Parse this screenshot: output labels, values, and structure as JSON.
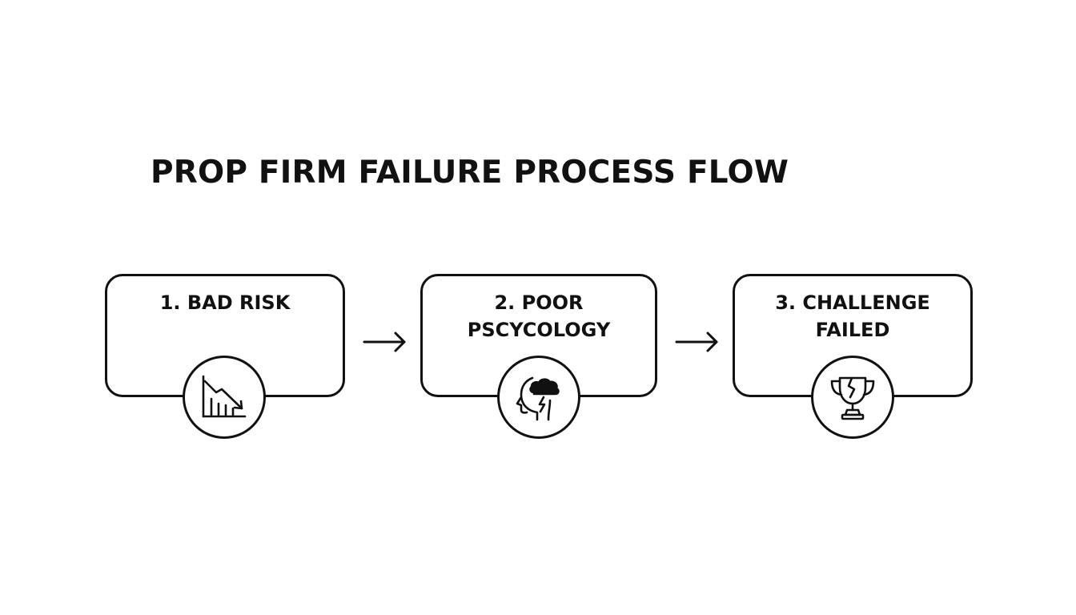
{
  "title": "PROP FIRM FAILURE PROCESS FLOW",
  "steps": [
    {
      "label_line1": "1. BAD RISK",
      "label_line2": "",
      "icon": "declining-chart-icon"
    },
    {
      "label_line1": "2. POOR",
      "label_line2": "PSCYCOLOGY",
      "icon": "head-storm-cloud-icon"
    },
    {
      "label_line1": "3. CHALLENGE",
      "label_line2": "FAILED",
      "icon": "broken-trophy-icon"
    }
  ],
  "colors": {
    "stroke": "#111111",
    "background": "#ffffff"
  }
}
